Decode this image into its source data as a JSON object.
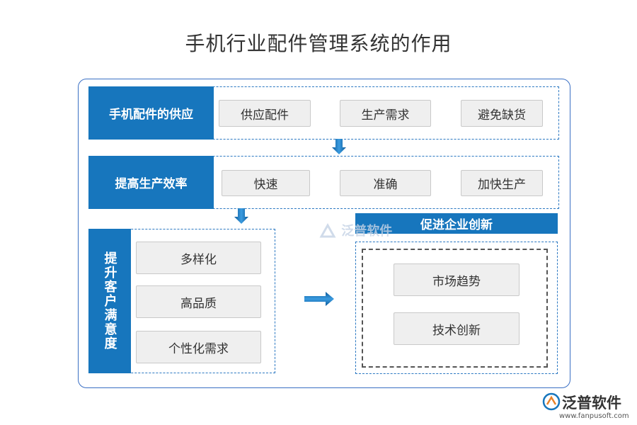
{
  "title": "手机行业配件管理系统的作用",
  "row1": {
    "label": "手机配件的供应",
    "items": [
      "供应配件",
      "生产需求",
      "避免缺货"
    ]
  },
  "row2": {
    "label": "提高生产效率",
    "items": [
      "快速",
      "准确",
      "加快生产"
    ]
  },
  "row3": {
    "label": "提升客户满意度",
    "items": [
      "多样化",
      "高品质",
      "个性化需求"
    ]
  },
  "innovation": {
    "label": "促进企业创新",
    "items": [
      "市场趋势",
      "技术创新"
    ]
  },
  "watermark": "泛普软件",
  "logo": {
    "name": "泛普软件",
    "url": "www.fanpusoft.com"
  },
  "colors": {
    "primary_blue": "#1776bd",
    "dashed_blue": "#2b78c2",
    "box_gray": "#efefef"
  }
}
